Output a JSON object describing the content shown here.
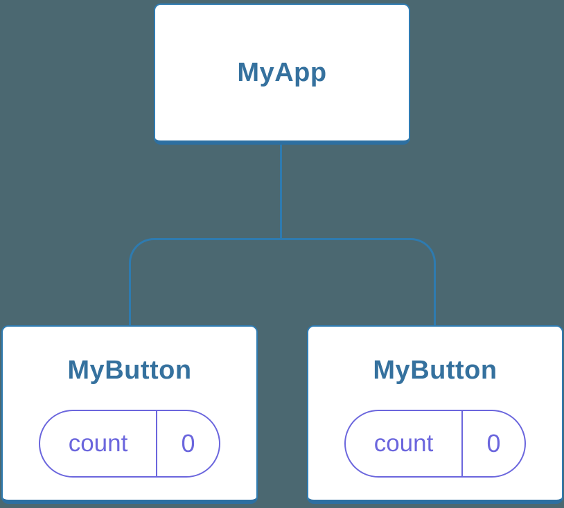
{
  "diagram": {
    "root": {
      "label": "MyApp"
    },
    "children": [
      {
        "label": "MyButton",
        "state": {
          "name": "count",
          "value": "0"
        }
      },
      {
        "label": "MyButton",
        "state": {
          "name": "count",
          "value": "0"
        }
      }
    ]
  },
  "colors": {
    "background": "#4b6871",
    "connector": "#2e7bb0",
    "card_border": "#2f7cb2",
    "card_border_bottom": "#2d6fa1",
    "title_text": "#35719e",
    "state_accent": "#6b66dd"
  }
}
